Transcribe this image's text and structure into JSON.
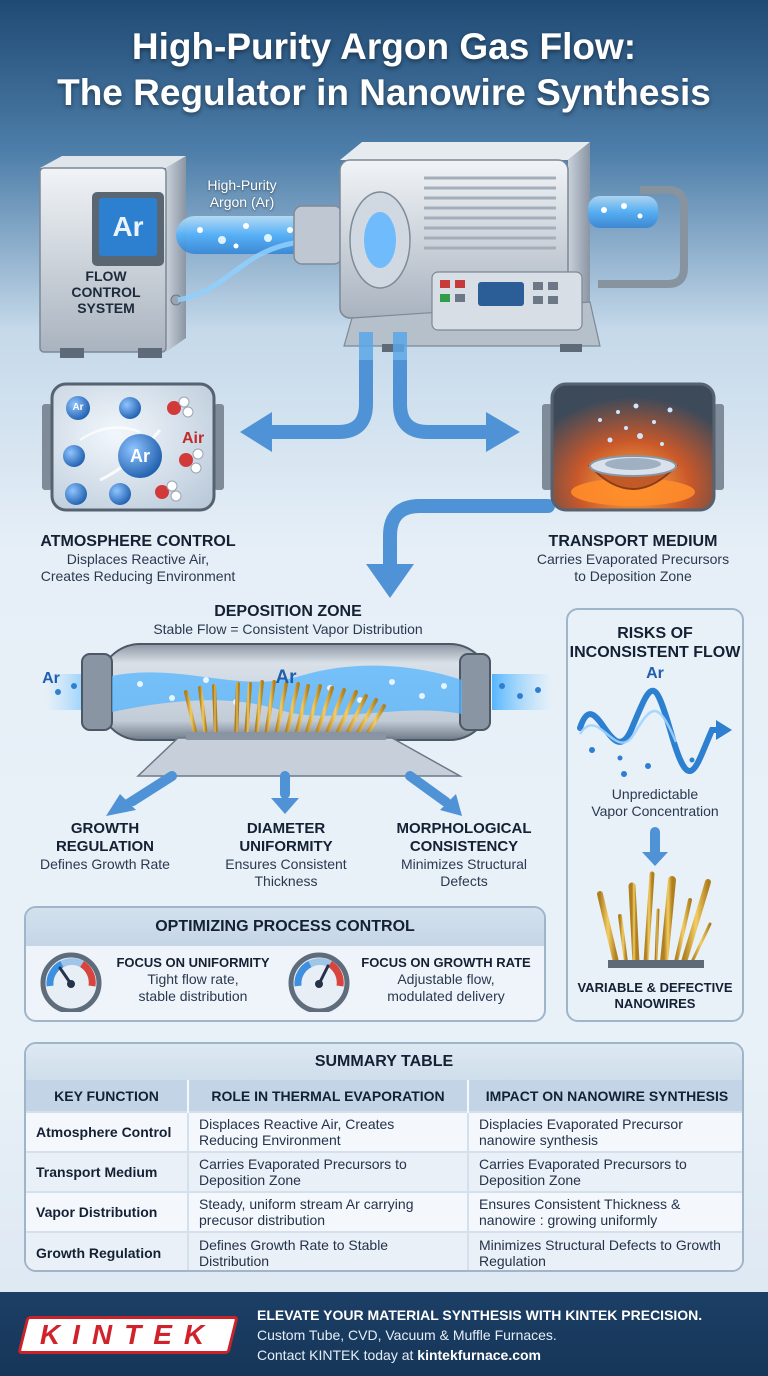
{
  "title_line1": "High-Purity Argon Gas Flow:",
  "title_line2": "The Regulator in Nanowire Synthesis",
  "flow_system": {
    "screen_text": "Ar",
    "label_line1": "FLOW",
    "label_line2": "CONTROL",
    "label_line3": "SYSTEM"
  },
  "gas_label_line1": "High-Purity",
  "gas_label_line2": "Argon (Ar)",
  "atmosphere": {
    "ar_big": "Ar",
    "ar_small": "Ar",
    "air_label": "Air",
    "title": "ATMOSPHERE CONTROL",
    "desc_line1": "Displaces Reactive Air,",
    "desc_line2": "Creates Reducing Environment"
  },
  "transport": {
    "title": "TRANSPORT MEDIUM",
    "desc_line1": "Carries Evaporated Precursors",
    "desc_line2": "to Deposition Zone"
  },
  "deposition": {
    "title": "DEPOSITION ZONE",
    "desc": "Stable Flow = Consistent Vapor Distribution",
    "ar_inner": "Ar",
    "ar_outer": "Ar"
  },
  "growth": {
    "title_line1": "GROWTH",
    "title_line2": "REGULATION",
    "desc": "Defines Growth Rate"
  },
  "diameter": {
    "title_line1": "DIAMETER",
    "title_line2": "UNIFORMITY",
    "desc_line1": "Ensures Consistent",
    "desc_line2": "Thickness"
  },
  "morphology": {
    "title_line1": "MORPHOLOGICAL",
    "title_line2": "CONSISTENCY",
    "desc_line1": "Minimizes Structural",
    "desc_line2": "Defects"
  },
  "risks": {
    "title_line1": "RISKS OF",
    "title_line2": "INCONSISTENT FLOW",
    "wave_label": "Ar",
    "desc_line1": "Unpredictable",
    "desc_line2": "Vapor Concentration",
    "result_line1": "VARIABLE & DEFECTIVE",
    "result_line2": "NANOWIRES"
  },
  "optimizing": {
    "header": "OPTIMIZING PROCESS CONTROL",
    "uniformity_title": "FOCUS ON UNIFORMITY",
    "uniformity_line1": "Tight flow rate,",
    "uniformity_line2": "stable distribution",
    "growth_title": "FOCUS ON GROWTH RATE",
    "growth_line1": "Adjustable flow,",
    "growth_line2": "modulated delivery"
  },
  "summary": {
    "title": "SUMMARY TABLE",
    "headers": [
      "KEY FUNCTION",
      "ROLE IN THERMAL EVAPORATION",
      "IMPACT ON NANOWIRE SYNTHESIS"
    ],
    "rows": [
      [
        "Atmosphere Control",
        "Displaces Reactive Air, Creates Reducing Environment",
        "Displacies Evaporated Precursor nanowire synthesis"
      ],
      [
        "Transport Medium",
        "Carries Evaporated Precursors to Deposition Zone",
        "Carries Evaporated Precursors to Deposition Zone"
      ],
      [
        "Vapor Distribution",
        "Steady, uniform stream Ar carrying precusor distribution",
        "Ensures Consistent Thickness & nanowire : growing uniformly"
      ],
      [
        "Growth Regulation",
        "Defines Growth Rate to Stable Distribution",
        "Minimizes Structural Defects to Growth Regulation"
      ]
    ]
  },
  "footer": {
    "logo": "KINTEK",
    "headline": "ELEVATE YOUR MATERIAL SYNTHESIS WITH KINTEK PRECISION.",
    "line2": "Custom Tube, CVD, Vacuum & Muffle Furnaces.",
    "line3_prefix": "Contact KINTEK today at ",
    "line3_link": "kintekfurnace.com"
  },
  "colors": {
    "argon_blue": "#3d8fe0",
    "arrow_blue": "#3f86cf",
    "nanowire_gold": "#d9a93a",
    "flame_orange": "#f07a1f",
    "footer_navy": "#1c3f66",
    "logo_red": "#d1222b"
  }
}
